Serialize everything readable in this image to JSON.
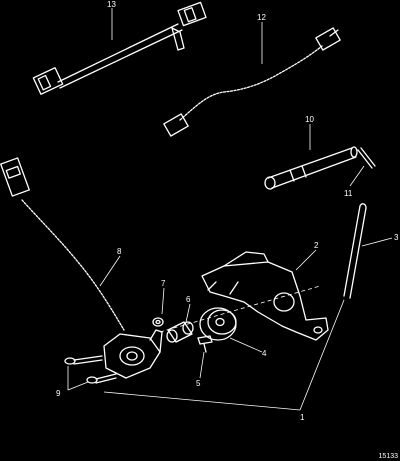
{
  "callouts": [
    "1",
    "2",
    "3",
    "4",
    "5",
    "6",
    "7",
    "8",
    "9",
    "10",
    "11",
    "12",
    "13"
  ],
  "figure_number": "15133"
}
